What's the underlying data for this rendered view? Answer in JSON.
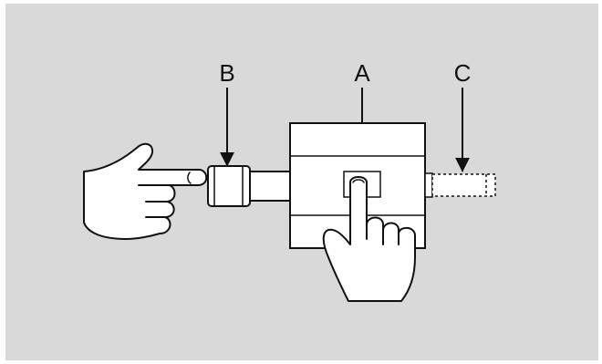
{
  "diagram": {
    "labels": {
      "a": "A",
      "b": "B",
      "c": "C"
    },
    "colors": {
      "background": "#d9d9d9",
      "stroke": "#111111",
      "fill": "#ffffff"
    }
  }
}
